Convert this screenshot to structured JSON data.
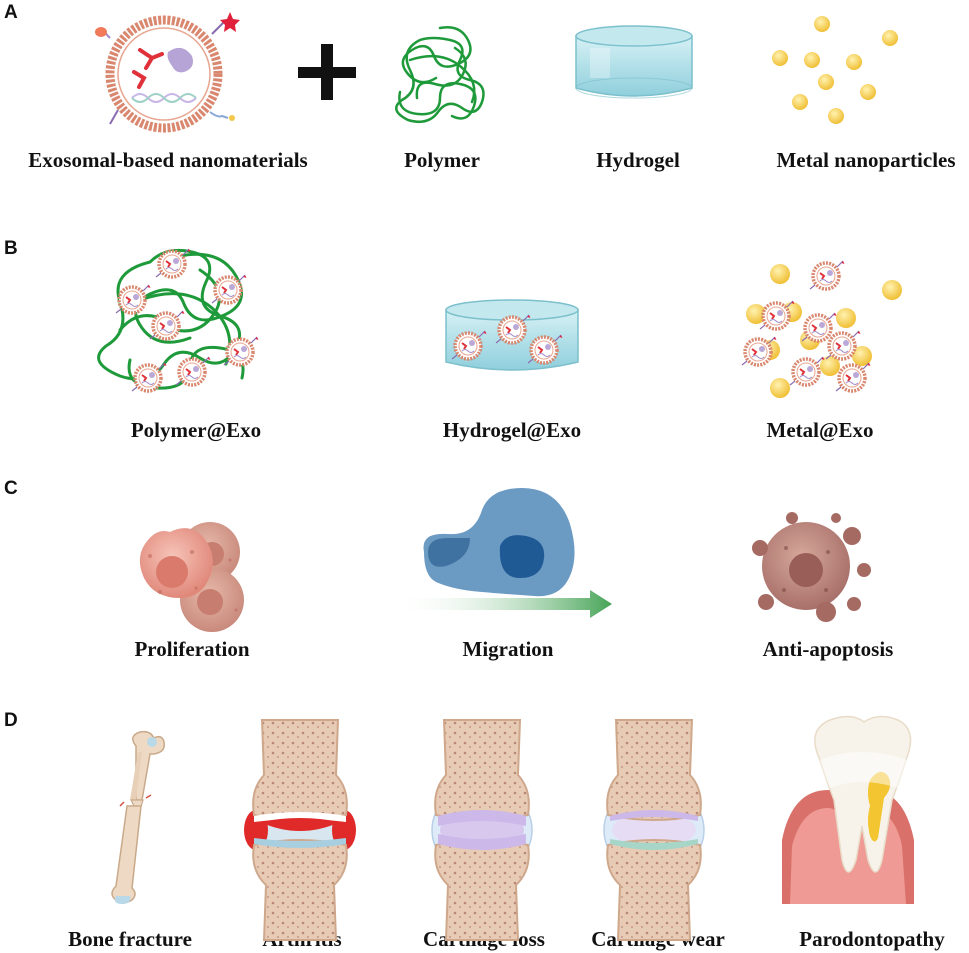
{
  "panels": {
    "a": {
      "letter": "A",
      "labels": {
        "exosome": "Exosomal-based nanomaterials",
        "polymer": "Polymer",
        "hydrogel": "Hydrogel",
        "metal": "Metal nanoparticles"
      }
    },
    "b": {
      "letter": "B",
      "labels": {
        "polymer_exo": "Polymer@Exo",
        "hydrogel_exo": "Hydrogel@Exo",
        "metal_exo": "Metal@Exo"
      }
    },
    "c": {
      "letter": "C",
      "labels": {
        "proliferation": "Proliferation",
        "migration": "Migration",
        "anti_apoptosis": "Anti-apoptosis"
      }
    },
    "d": {
      "letter": "D",
      "labels": {
        "bone_fracture": "Bone fracture",
        "arthritis": "Arthritis",
        "cartilage_loss": "Cartilage loss",
        "cartilage_wear": "Cartilage wear",
        "parodontopathy": "Parodontopathy"
      }
    }
  },
  "colors": {
    "membrane": "#d9876e",
    "polymer_strand": "#1f9a3a",
    "hydrogel": "#a9dde6",
    "metal_particle": "#f4c94a",
    "cell_pink": "#e99a8c",
    "migration_cell": "#3f78a8",
    "arrow_green": "#4aa85c",
    "bone": "#e8d0b8",
    "bone_inner": "#c99a86",
    "cartilage": "#c9b8e6",
    "inflammation": "#e02a2a",
    "gum": "#d9706a",
    "tooth": "#f7f3ea",
    "plaque": "#f2c531"
  }
}
